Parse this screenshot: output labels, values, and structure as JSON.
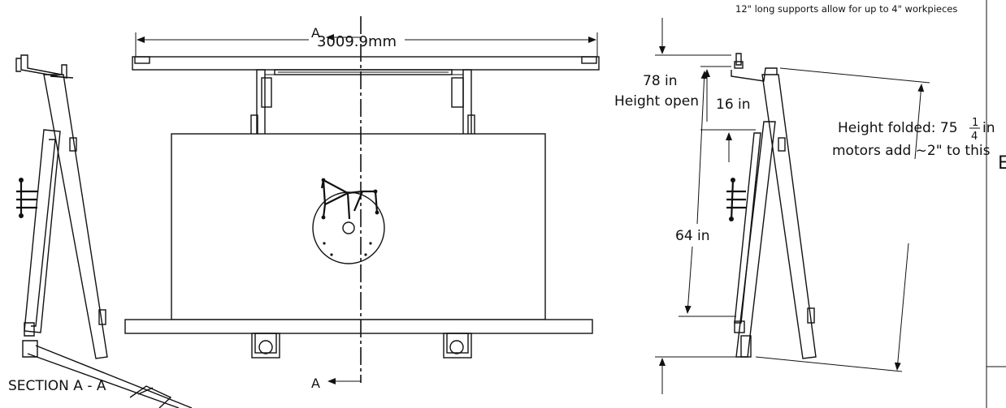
{
  "notes": {
    "supports_note": "12\" long supports allow for up to 4\" workpieces"
  },
  "dimensions": {
    "width_label": "3009.9mm",
    "height_open_value": "78 in",
    "height_open_caption": "Height open",
    "sixteen_in": "16 in",
    "sixtyfour_in": "64 in",
    "height_folded_prefix": "Height folded: 75",
    "height_folded_frac_num": "1",
    "height_folded_frac_den": "4",
    "height_folded_unit": "in",
    "motors_note": "motors add ~2\" to this"
  },
  "section": {
    "marker_top": "A",
    "marker_bottom": "A",
    "caption": "SECTION A - A"
  },
  "border": {
    "edge_letter": "E"
  }
}
